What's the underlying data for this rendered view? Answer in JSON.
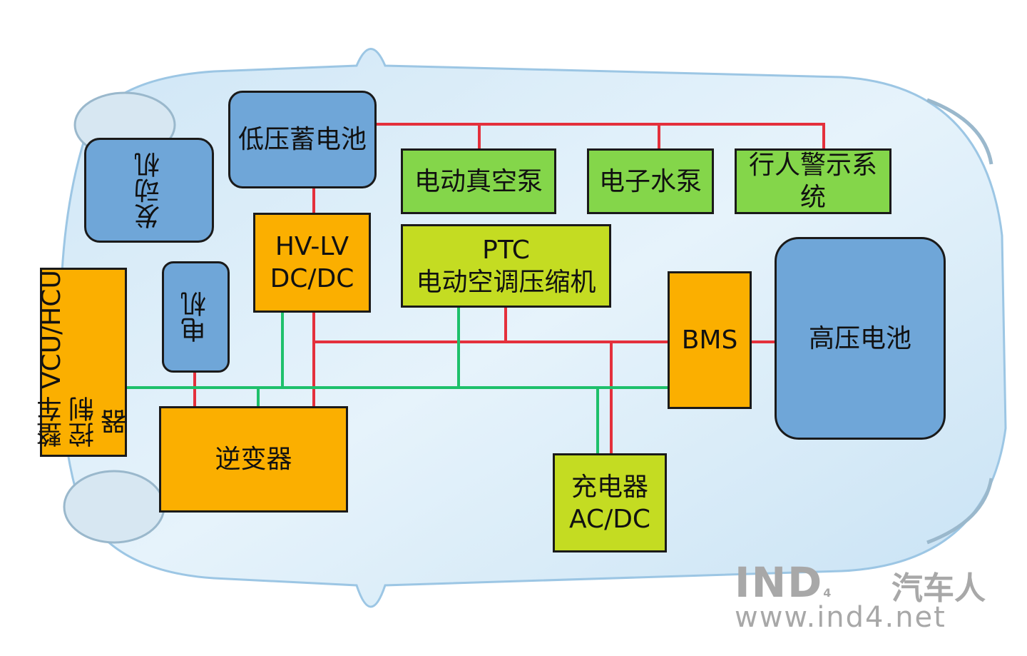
{
  "components": {
    "low_voltage_battery": "低压蓄电池",
    "engine": "发动机",
    "motor": "电机",
    "vcu": [
      "整车控制器",
      "VCU/HCU"
    ],
    "dcdc": [
      "HV-LV",
      "DC/DC"
    ],
    "vacuum_pump": "电动真空泵",
    "water_pump": "电子水泵",
    "pedestrian_warning": "行人警示系统",
    "ptc": [
      "PTC",
      "电动空调压缩机"
    ],
    "bms": "BMS",
    "hv_battery": "高压电池",
    "inverter": "逆变器",
    "charger": [
      "充电器",
      "AC/DC"
    ]
  },
  "watermark": {
    "logo": "IND",
    "logo_sub": "4",
    "name": "汽车人",
    "url": "www.ind4.net"
  },
  "colors": {
    "high_voltage_line": "#e4303c",
    "signal_line": "#1ec06b",
    "battery_box": "#6fa6d8",
    "accessory_box": "#84d64a",
    "controller_box": "#fbaf00",
    "ptc_box": "#c4dc22"
  }
}
